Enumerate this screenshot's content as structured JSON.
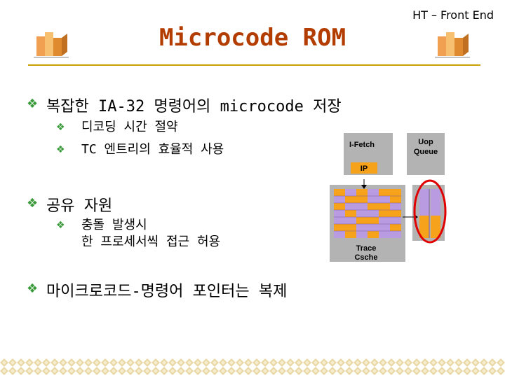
{
  "header": {
    "text": "HT – Front End"
  },
  "slide": {
    "title": "Microcode ROM",
    "bullets": [
      {
        "text": "복잡한 IA-32 명령어의 microcode 저장",
        "sub": [
          "디코딩 시간 절약",
          "TC 엔트리의 효율적 사용"
        ]
      },
      {
        "text": "공유 자원",
        "sub": [
          "충돌 발생시",
          "한 프로세서씩 접근 허용"
        ]
      },
      {
        "text": "마이크로코드-명령어 포인터는 복제",
        "sub": []
      }
    ]
  },
  "diagram": {
    "labels": {
      "ifetch": "I-Fetch",
      "uop_queue": [
        "Uop",
        "Queue"
      ],
      "ip": "IP",
      "trace_cache": [
        "Trace",
        "Csche"
      ]
    },
    "colors": {
      "orange": "#f7a21b",
      "purple": "#b89be0",
      "gray": "#b3b3b3",
      "circle": "#e00000"
    }
  },
  "colors": {
    "title": "#b33c00",
    "bullet": "#3a9a3a",
    "rule": "#c8a000"
  }
}
